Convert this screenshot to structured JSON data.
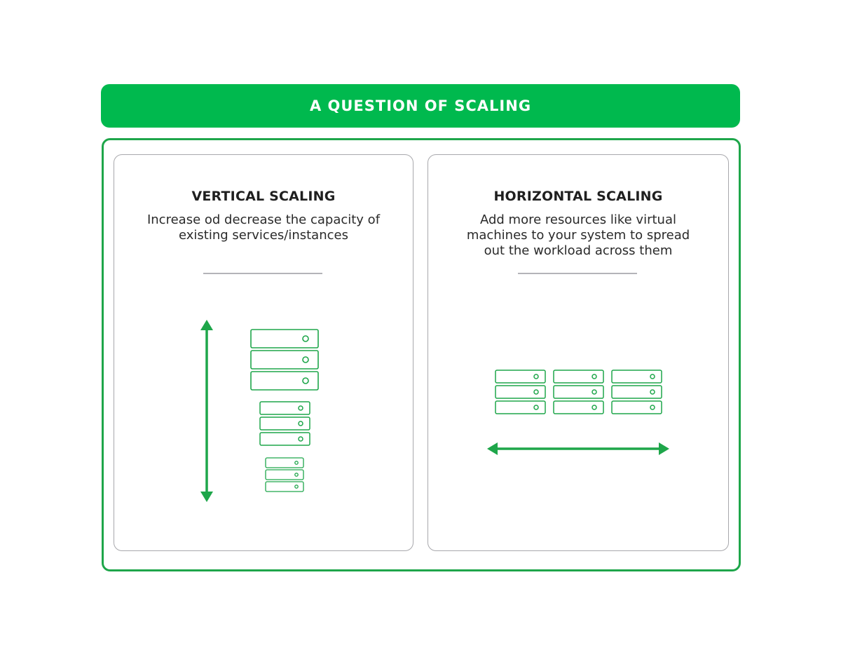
{
  "banner": {
    "title": "A QUESTION OF SCALING"
  },
  "panels": [
    {
      "id": "vertical",
      "title": "VERTICAL SCALING",
      "description": "Increase od decrease the capacity of existing services/instances",
      "diagram": {
        "arrow": "vertical-double-arrow",
        "server_stacks": [
          {
            "size": "large",
            "units": 3
          },
          {
            "size": "medium",
            "units": 3
          },
          {
            "size": "small",
            "units": 3
          }
        ]
      }
    },
    {
      "id": "horizontal",
      "title": "HORIZONTAL SCALING",
      "description": "Add more resources like virtual machines to your system to spread out the workload across them",
      "diagram": {
        "arrow": "horizontal-double-arrow",
        "server_stacks": [
          {
            "size": "small",
            "units": 3
          },
          {
            "size": "small",
            "units": 3
          },
          {
            "size": "small",
            "units": 3
          }
        ]
      }
    }
  ],
  "colors": {
    "banner_green": "#00b94e",
    "frame_green": "#1ea64a",
    "icon_green": "#1ea64a",
    "card_border": "#a8a8ac",
    "divider": "#b4b4b8",
    "text_dark": "#1f1f1f"
  }
}
